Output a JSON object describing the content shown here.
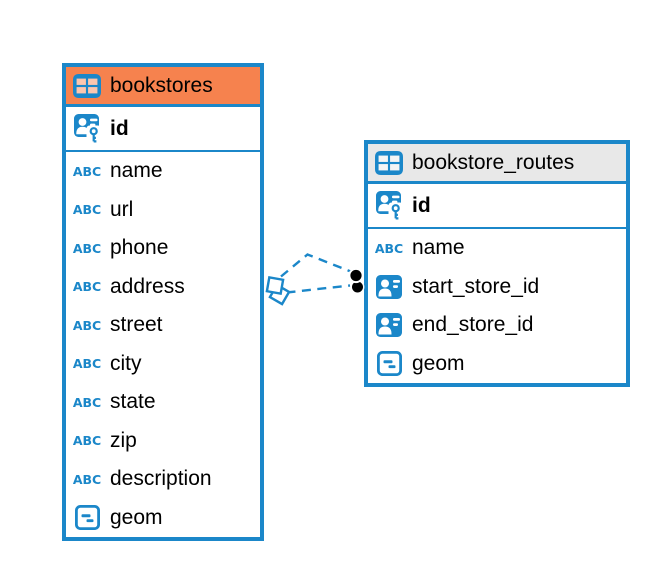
{
  "diagram": {
    "colors": {
      "accent_blue": "#1B87C9",
      "selected_header_orange": "#F6824E",
      "header_gray": "#E8E8E8",
      "row_background": "#FFFFFF",
      "text_color": "#000000",
      "endpoint_black": "#000000"
    },
    "icon_glyphs": {
      "text": "ABC"
    },
    "tables": [
      {
        "name": "bookstores",
        "header_style": "orange",
        "columns": [
          {
            "name": "id",
            "icon": "primary-key",
            "primary_key": true
          },
          {
            "name": "name",
            "icon": "text"
          },
          {
            "name": "url",
            "icon": "text"
          },
          {
            "name": "phone",
            "icon": "text"
          },
          {
            "name": "address",
            "icon": "text"
          },
          {
            "name": "street",
            "icon": "text"
          },
          {
            "name": "city",
            "icon": "text"
          },
          {
            "name": "state",
            "icon": "text"
          },
          {
            "name": "zip",
            "icon": "text"
          },
          {
            "name": "description",
            "icon": "text"
          },
          {
            "name": "geom",
            "icon": "geometry"
          }
        ]
      },
      {
        "name": "bookstore_routes",
        "header_style": "gray",
        "columns": [
          {
            "name": "id",
            "icon": "primary-key",
            "primary_key": true
          },
          {
            "name": "name",
            "icon": "text"
          },
          {
            "name": "start_store_id",
            "icon": "reference"
          },
          {
            "name": "end_store_id",
            "icon": "reference"
          },
          {
            "name": "geom",
            "icon": "geometry"
          }
        ]
      }
    ],
    "relationships": [
      {
        "from_table": "bookstores",
        "to_table": "bookstore_routes",
        "line_style": "dashed"
      },
      {
        "from_table": "bookstores",
        "to_table": "bookstore_routes",
        "line_style": "dashed"
      }
    ]
  }
}
